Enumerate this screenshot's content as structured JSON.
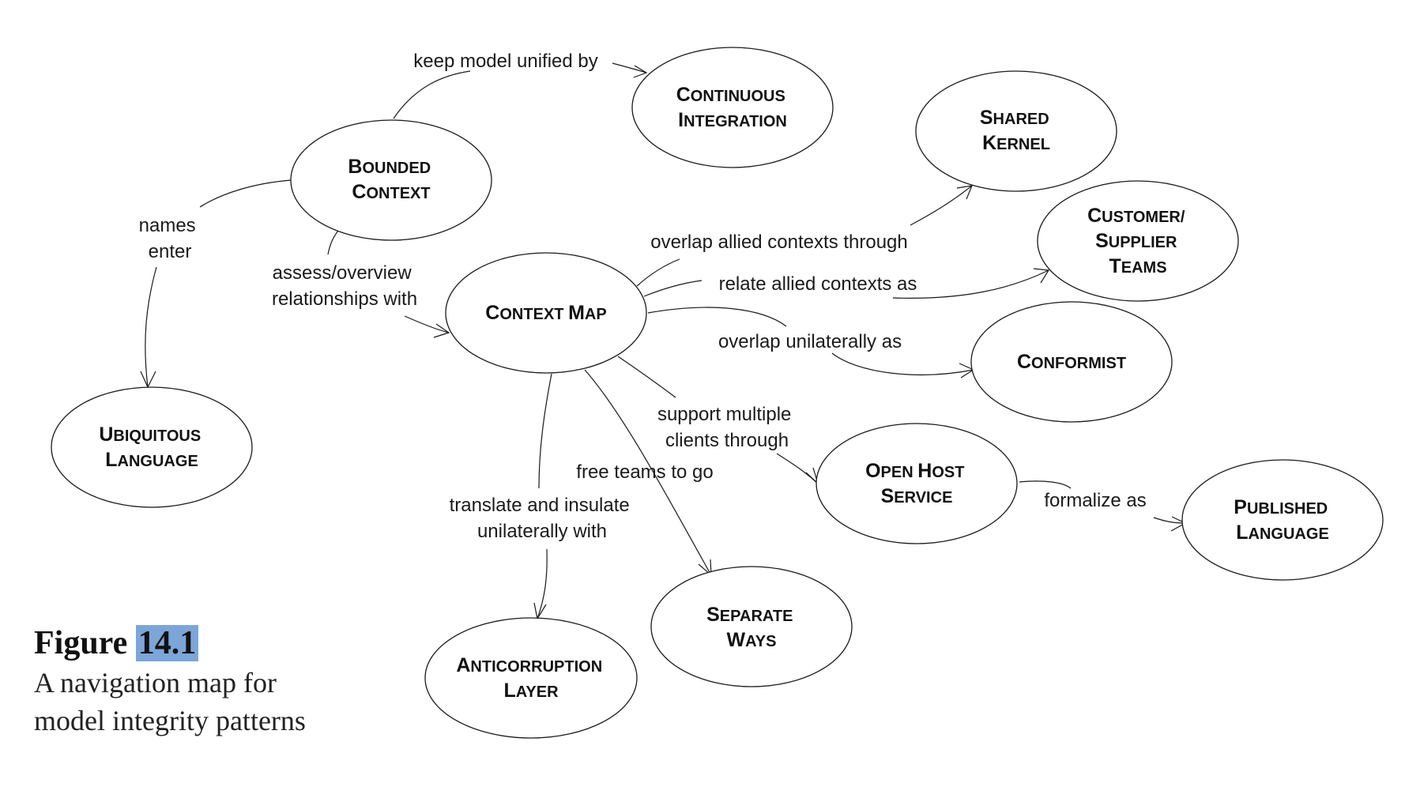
{
  "nodes": {
    "continuous_integration": [
      "Continuous",
      "Integration"
    ],
    "bounded_context": [
      "Bounded",
      "Context"
    ],
    "shared_kernel": [
      "Shared",
      "Kernel"
    ],
    "customer_supplier_teams": [
      "Customer/",
      "Supplier",
      "Teams"
    ],
    "context_map": [
      "Context Map"
    ],
    "conformist": [
      "Conformist"
    ],
    "ubiquitous_language": [
      "Ubiquitous",
      "Language"
    ],
    "open_host_service": [
      "Open Host",
      "Service"
    ],
    "published_language": [
      "Published",
      "Language"
    ],
    "separate_ways": [
      "Separate",
      "Ways"
    ],
    "anticorruption_layer": [
      "Anticorruption",
      "Layer"
    ]
  },
  "edges": {
    "keep_unified": [
      "keep model unified by"
    ],
    "names_enter": [
      "names",
      "enter"
    ],
    "assess": [
      "assess/overview",
      "relationships with"
    ],
    "overlap_allied": [
      "overlap allied contexts through"
    ],
    "relate_allied": [
      "relate allied contexts as"
    ],
    "overlap_unilaterally": [
      "overlap unilaterally as"
    ],
    "support_multiple": [
      "support multiple",
      "clients through"
    ],
    "free_teams": [
      "free teams to go"
    ],
    "translate": [
      "translate and insulate",
      "unilaterally with"
    ],
    "formalize": [
      "formalize as"
    ]
  },
  "caption": {
    "figure_word": "Figure",
    "figure_number": "14.1",
    "line1": "A navigation map for",
    "line2": "model integrity patterns"
  }
}
